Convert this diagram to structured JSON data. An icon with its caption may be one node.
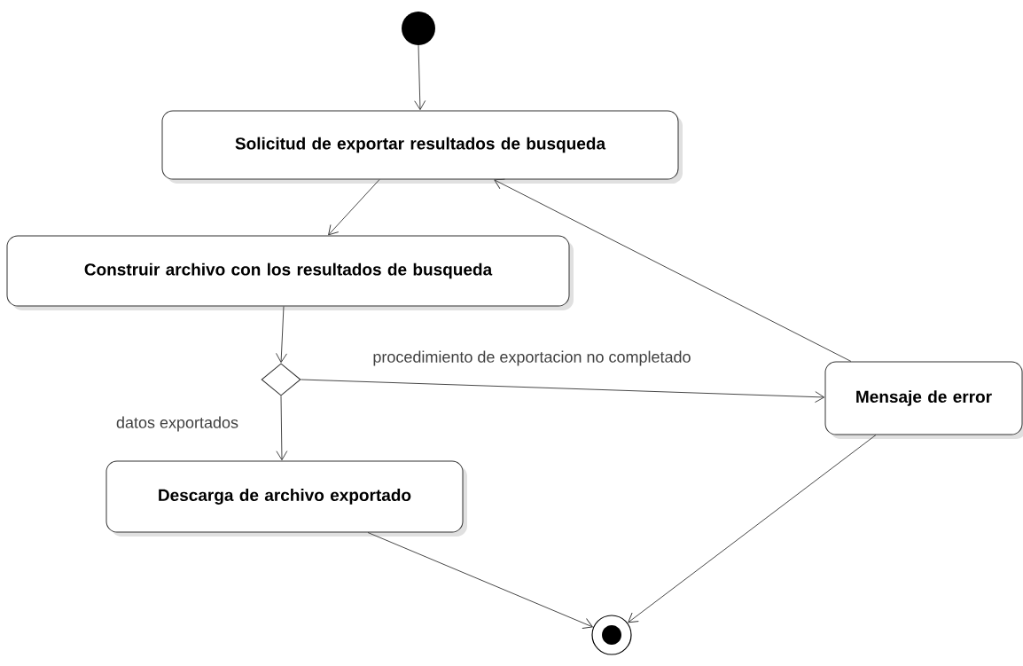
{
  "diagram": {
    "nodes": [
      {
        "text": [],
        "shape": "circle"
      },
      {
        "text": [
          "Solicitud de exportar resultados de busqueda"
        ]
      },
      {
        "text": [
          "Construir archivo con los resultados de busqueda"
        ]
      },
      {
        "text": [],
        "shape": "diamond"
      },
      {
        "text": [
          "Mensaje de error"
        ]
      },
      {
        "text": [
          "Descarga de archivo exportado"
        ]
      },
      {
        "text": [],
        "shape": "bullseye"
      }
    ],
    "edges": [
      {
        "from": 0,
        "to": 1,
        "arrow": "to"
      },
      {
        "from": 1,
        "to": 2,
        "arrow": "to"
      },
      {
        "from": 2,
        "to": 3,
        "arrow": "to"
      },
      {
        "from": 3,
        "to": 4,
        "arrow": "to",
        "label": "procedimiento de exportacion no completado"
      },
      {
        "from": 3,
        "to": 5,
        "arrow": "to",
        "label": "datos exportados"
      },
      {
        "from": 4,
        "to": 1,
        "arrow": "to"
      },
      {
        "from": 5,
        "to": 6,
        "arrow": "to"
      },
      {
        "from": 4,
        "to": 6,
        "arrow": "to"
      }
    ]
  }
}
